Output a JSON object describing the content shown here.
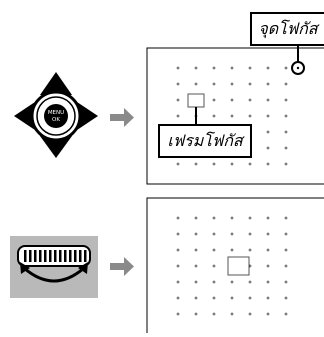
{
  "labels": {
    "focus_point": "จุดโฟกัส",
    "focus_frame": "เฟรมโฟกัส"
  },
  "controls": {
    "top": {
      "icon": "directional-pad-icon",
      "center_text_line1": "MENU",
      "center_text_line2": "OK"
    },
    "bottom": {
      "icon": "command-dial-icon"
    }
  },
  "arrows": [
    "right-arrow-icon",
    "right-arrow-icon"
  ],
  "colors": {
    "arrow": "#8a8a8a",
    "dpad": "#000000",
    "dial_bg": "#b9b9b9",
    "grid_mark": "#333333"
  }
}
